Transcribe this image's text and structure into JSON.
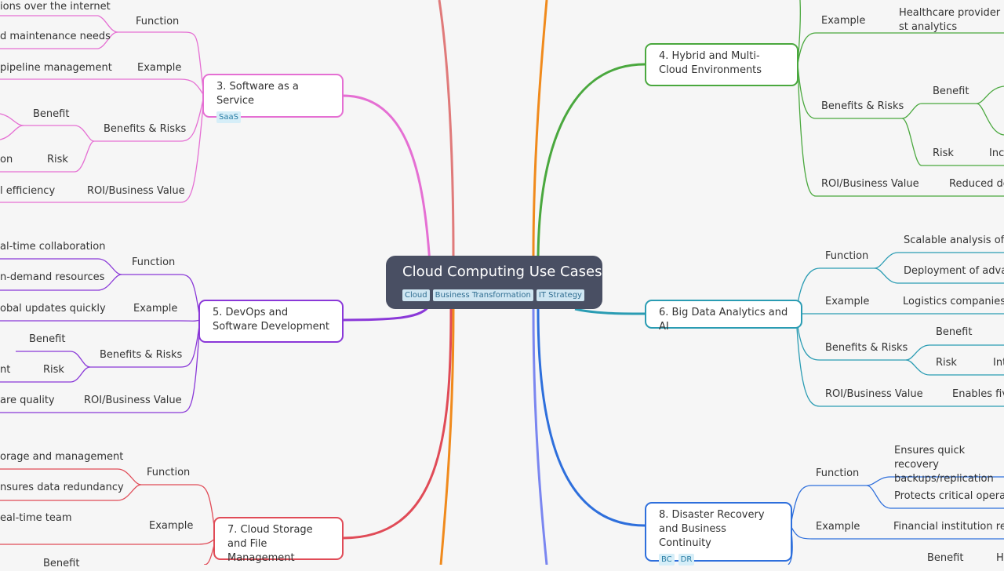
{
  "root": {
    "title": "Cloud Computing Use Cases",
    "tags": [
      "Cloud",
      "Business Transformation",
      "IT Strategy"
    ],
    "color": "#494f63"
  },
  "branches": {
    "saas": {
      "title": "3. Software as a Service",
      "tag": "SaaS",
      "color": "#e56fd3",
      "function_label": "Function",
      "function_items": [
        "ions over the internet",
        "d maintenance needs"
      ],
      "example_label": "Example",
      "example_item": "pipeline management",
      "benefits_label": "Benefits & Risks",
      "benefit_label": "Benefit",
      "risk_label": "Risk",
      "risk_item": "on",
      "roi_label": "ROI/Business Value",
      "roi_item": "l efficiency"
    },
    "devops": {
      "title": "5. DevOps and Software Development",
      "color": "#8a38d8",
      "function_label": "Function",
      "function_items": [
        "al-time collaboration",
        "n-demand resources"
      ],
      "example_label": "Example",
      "example_item": "obal updates quickly",
      "benefits_label": "Benefits & Risks",
      "benefit_label": "Benefit",
      "risk_label": "Risk",
      "risk_item": "nt",
      "roi_label": "ROI/Business Value",
      "roi_item": "are quality"
    },
    "storage": {
      "title": "7. Cloud Storage and File Management",
      "color": "#e04b57",
      "function_label": "Function",
      "function_items": [
        "orage and management",
        "nsures data redundancy"
      ],
      "example_label": "Example",
      "example_item": "eal-time team",
      "benefit_label": "Benefit"
    },
    "hybrid": {
      "title": "4. Hybrid and Multi-Cloud Environments",
      "color": "#4aa83e",
      "example_label": "Example",
      "example_item": "Healthcare provider st analytics",
      "benefits_label": "Benefits & Risks",
      "benefit_label": "Benefit",
      "risk_label": "Risk",
      "risk_item": "Inc",
      "roi_label": "ROI/Business Value",
      "roi_item": "Reduced do"
    },
    "bigdata": {
      "title": "6. Big Data Analytics and AI",
      "color": "#2a9cb3",
      "function_label": "Function",
      "function_items": [
        "Scalable analysis of m",
        "Deployment of advan"
      ],
      "example_label": "Example",
      "example_item": "Logistics companies o",
      "benefits_label": "Benefits & Risks",
      "benefit_label": "Benefit",
      "risk_label": "Risk",
      "risk_item": "Int",
      "roi_label": "ROI/Business Value",
      "roi_item": "Enables fiv"
    },
    "disaster": {
      "title": "8. Disaster Recovery and Business Continuity",
      "tags": [
        "BC",
        "DR"
      ],
      "color": "#2e6fdc",
      "function_label": "Function",
      "function_items": [
        "Ensures quick recovery backups/replication",
        "Protects critical operati"
      ],
      "example_label": "Example",
      "example_item": "Financial institution rep",
      "benefit_label": "Benefit",
      "benefit_item": "H"
    }
  },
  "offscreen_colors": [
    "#e07a7a",
    "#f08a1c",
    "#e84040",
    "#7a86f0"
  ]
}
